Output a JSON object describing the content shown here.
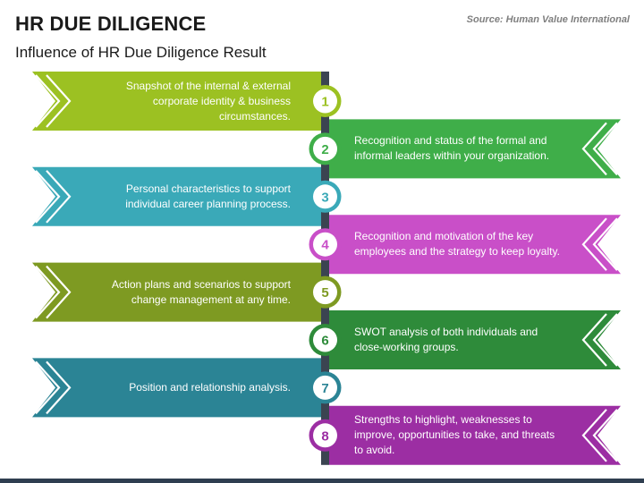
{
  "title": "HR DUE DILIGENCE",
  "subtitle": "Influence of HR Due Diligence Result",
  "source": "Source: Human Value International",
  "steps": [
    {
      "number": "1",
      "side": "left",
      "color": "#9cc122",
      "text": "Snapshot of the internal & external corporate identity & business circumstances."
    },
    {
      "number": "2",
      "side": "right",
      "color": "#3fae49",
      "text": "Recognition and status of the formal and informal leaders within your organization."
    },
    {
      "number": "3",
      "side": "left",
      "color": "#3aa9b8",
      "text": "Personal characteristics to support individual career planning process."
    },
    {
      "number": "4",
      "side": "right",
      "color": "#c94fc8",
      "text": "Recognition and motivation of the key employees and the strategy to keep loyalty."
    },
    {
      "number": "5",
      "side": "left",
      "color": "#7e9a22",
      "text": "Action plans and scenarios to support change management at any time."
    },
    {
      "number": "6",
      "side": "right",
      "color": "#2e8b3a",
      "text": "SWOT analysis of both individuals and close-working groups."
    },
    {
      "number": "7",
      "side": "left",
      "color": "#2b8495",
      "text": "Position and relationship analysis."
    },
    {
      "number": "8",
      "side": "right",
      "color": "#9c2ea3",
      "text": "Strengths to highlight, weaknesses to improve, opportunities to take, and threats to avoid."
    }
  ]
}
